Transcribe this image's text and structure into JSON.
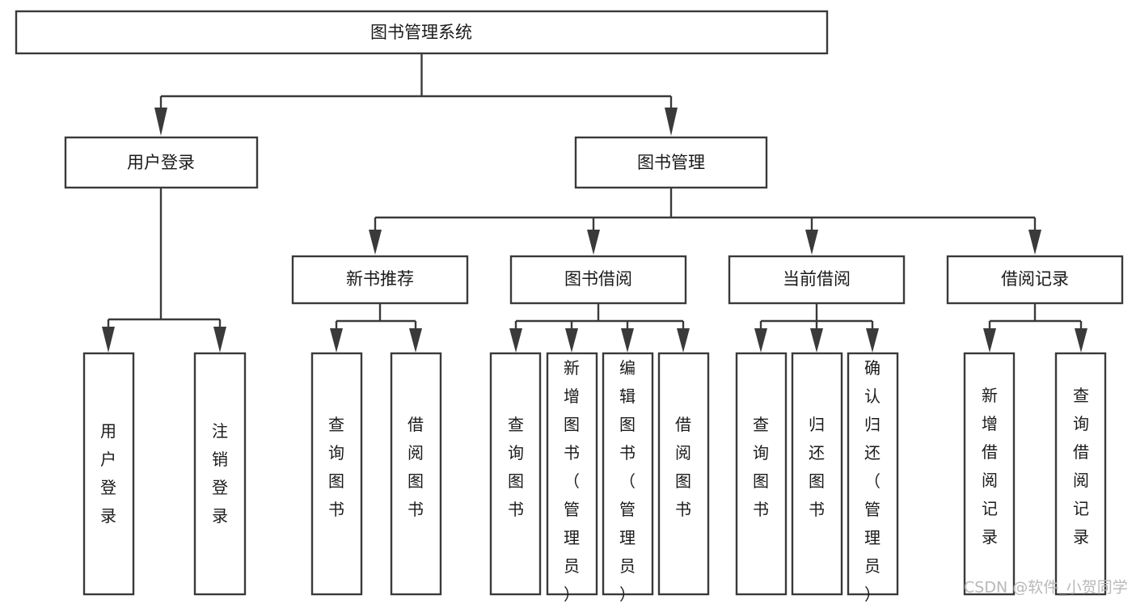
{
  "diagram": {
    "type": "tree",
    "title": "图书管理系统",
    "orientation": "top-down",
    "root": {
      "id": "root",
      "label": "图书管理系统"
    },
    "level2": [
      {
        "id": "user-login",
        "label": "用户登录"
      },
      {
        "id": "book-manage",
        "label": "图书管理"
      }
    ],
    "level3": [
      {
        "id": "new-book-recommend",
        "label": "新书推荐",
        "parent": "book-manage"
      },
      {
        "id": "book-borrow",
        "label": "图书借阅",
        "parent": "book-manage"
      },
      {
        "id": "current-borrow",
        "label": "当前借阅",
        "parent": "book-manage"
      },
      {
        "id": "borrow-record",
        "label": "借阅记录",
        "parent": "book-manage"
      }
    ],
    "leaves": [
      {
        "id": "leaf-user-login",
        "label": "用户登录",
        "parent": "user-login"
      },
      {
        "id": "leaf-user-logout",
        "label": "注销登录",
        "parent": "user-login"
      },
      {
        "id": "leaf-query-book-1",
        "label": "查询图书",
        "parent": "new-book-recommend"
      },
      {
        "id": "leaf-borrow-book-1",
        "label": "借阅图书",
        "parent": "new-book-recommend"
      },
      {
        "id": "leaf-query-book-2",
        "label": "查询图书",
        "parent": "book-borrow"
      },
      {
        "id": "leaf-add-book",
        "label": "新增图书（管理员）",
        "parent": "book-borrow"
      },
      {
        "id": "leaf-edit-book",
        "label": "编辑图书（管理员）",
        "parent": "book-borrow"
      },
      {
        "id": "leaf-borrow-book-2",
        "label": "借阅图书",
        "parent": "book-borrow"
      },
      {
        "id": "leaf-query-book-3",
        "label": "查询图书",
        "parent": "current-borrow"
      },
      {
        "id": "leaf-return-book",
        "label": "归还图书",
        "parent": "current-borrow"
      },
      {
        "id": "leaf-confirm-return",
        "label": "确认归还（管理员）",
        "parent": "current-borrow"
      },
      {
        "id": "leaf-add-record",
        "label": "新增借阅记录",
        "parent": "borrow-record"
      },
      {
        "id": "leaf-query-record",
        "label": "查询借阅记录",
        "parent": "borrow-record"
      }
    ],
    "colors": {
      "box_fill": "#ffffff",
      "box_stroke": "#3a3a3a",
      "text": "#1a1a1a",
      "background": "#ffffff",
      "watermark": "#b9b9b9"
    }
  },
  "watermark": {
    "text": "CSDN @软件_小贺同学"
  }
}
